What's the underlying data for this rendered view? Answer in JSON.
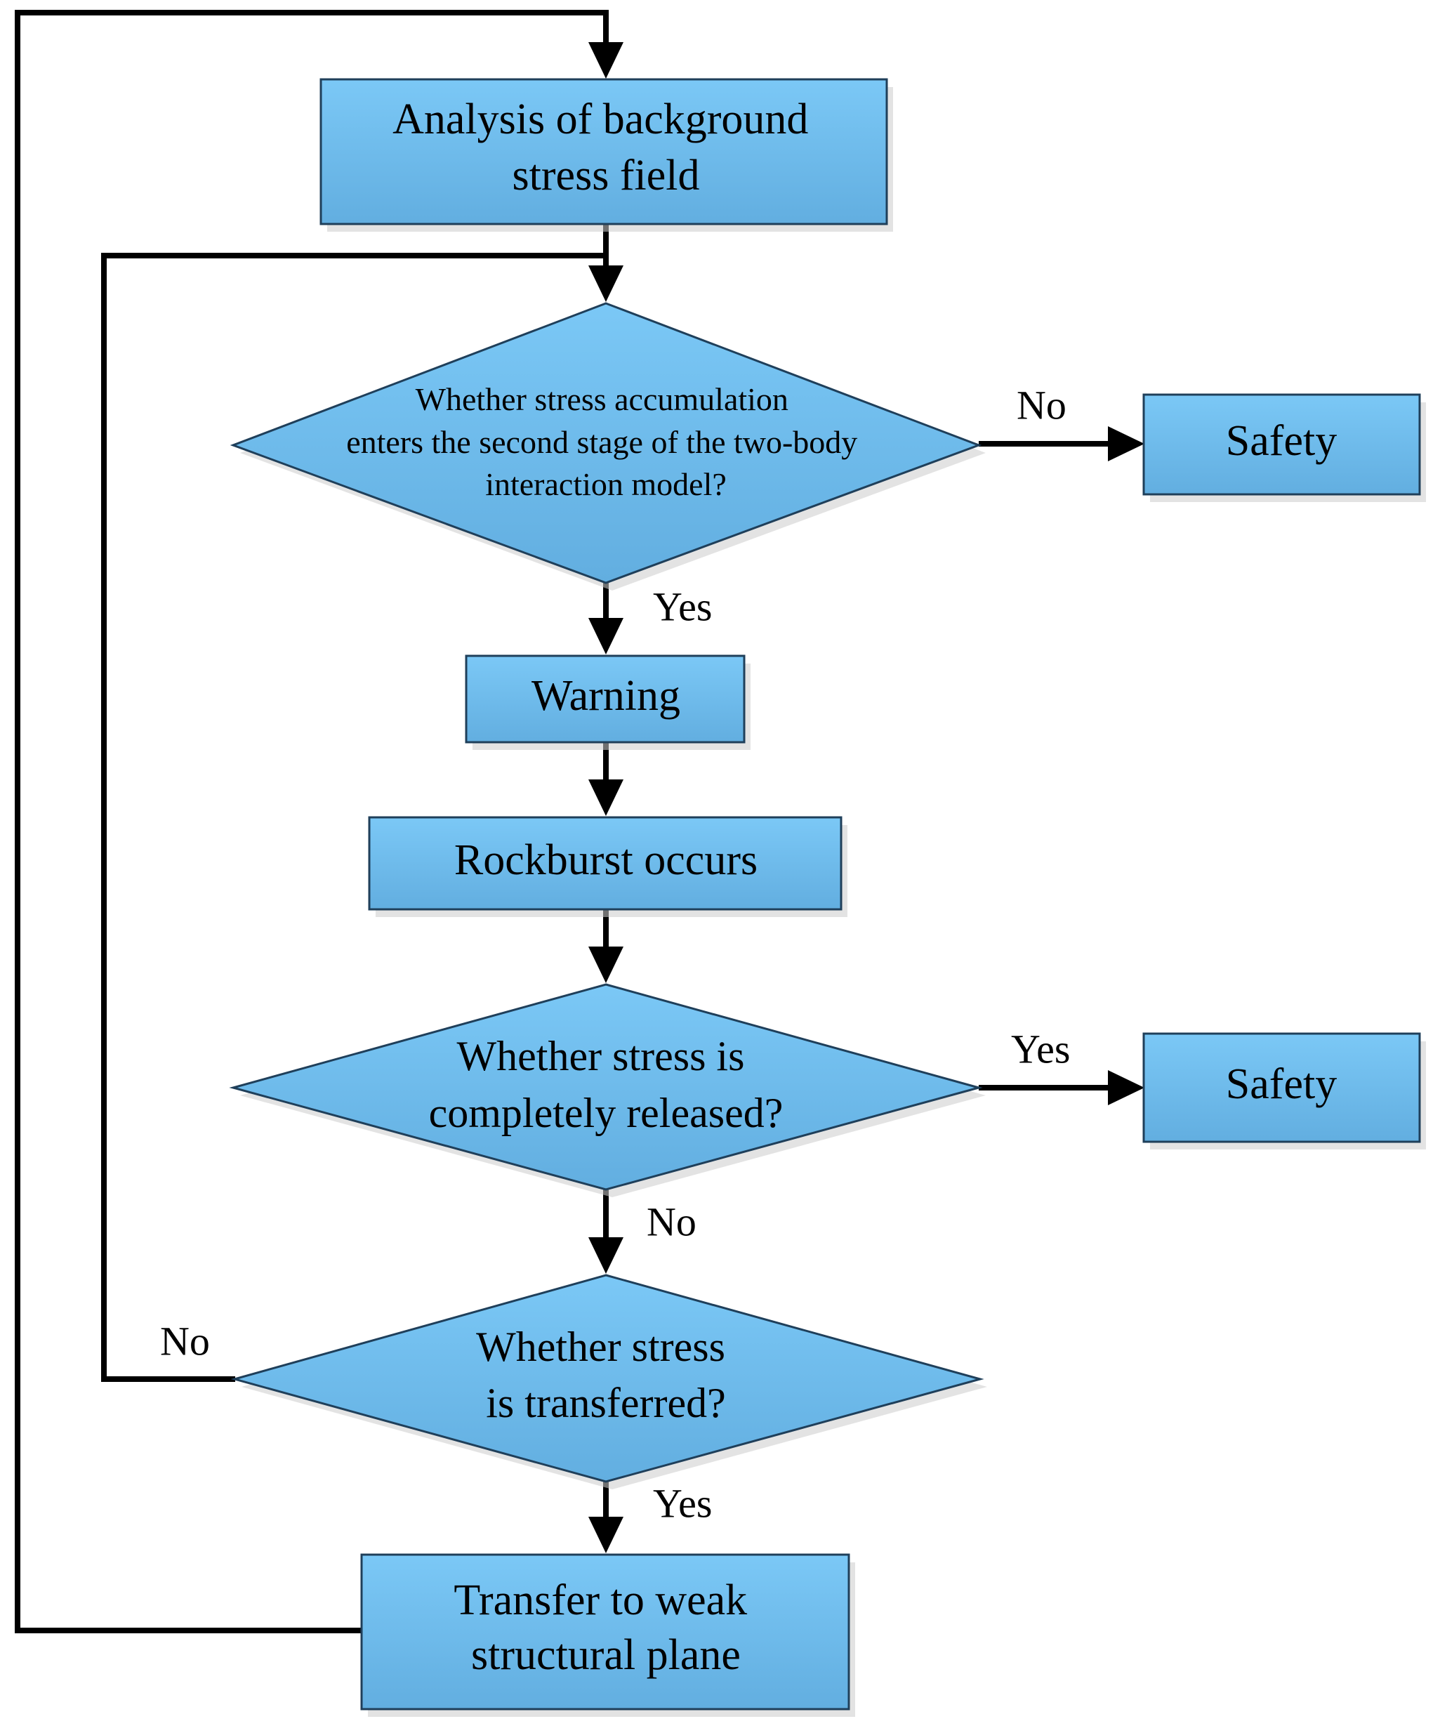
{
  "colors": {
    "fill_top": "#7bc8f6",
    "fill_bottom": "#62aee0",
    "stroke": "#1f3f5a",
    "line": "#000000"
  },
  "nodes": {
    "analysis": {
      "lines": [
        "Analysis of background",
        "stress field"
      ]
    },
    "decision_stage": {
      "lines": [
        "Whether stress accumulation",
        "enters the second stage of the two-body",
        "interaction model?"
      ]
    },
    "safety_1": {
      "lines": [
        "Safety"
      ]
    },
    "warning": {
      "lines": [
        "Warning"
      ]
    },
    "rockburst": {
      "lines": [
        "Rockburst occurs"
      ]
    },
    "decision_released": {
      "lines": [
        "Whether stress is",
        "completely released?"
      ]
    },
    "safety_2": {
      "lines": [
        "Safety"
      ]
    },
    "decision_transferred": {
      "lines": [
        "Whether stress",
        "is transferred?"
      ]
    },
    "transfer": {
      "lines": [
        "Transfer to weak",
        "structural plane"
      ]
    }
  },
  "edge_labels": {
    "stage_no": "No",
    "stage_yes": "Yes",
    "released_yes": "Yes",
    "released_no": "No",
    "transferred_no": "No",
    "transferred_yes": "Yes"
  }
}
